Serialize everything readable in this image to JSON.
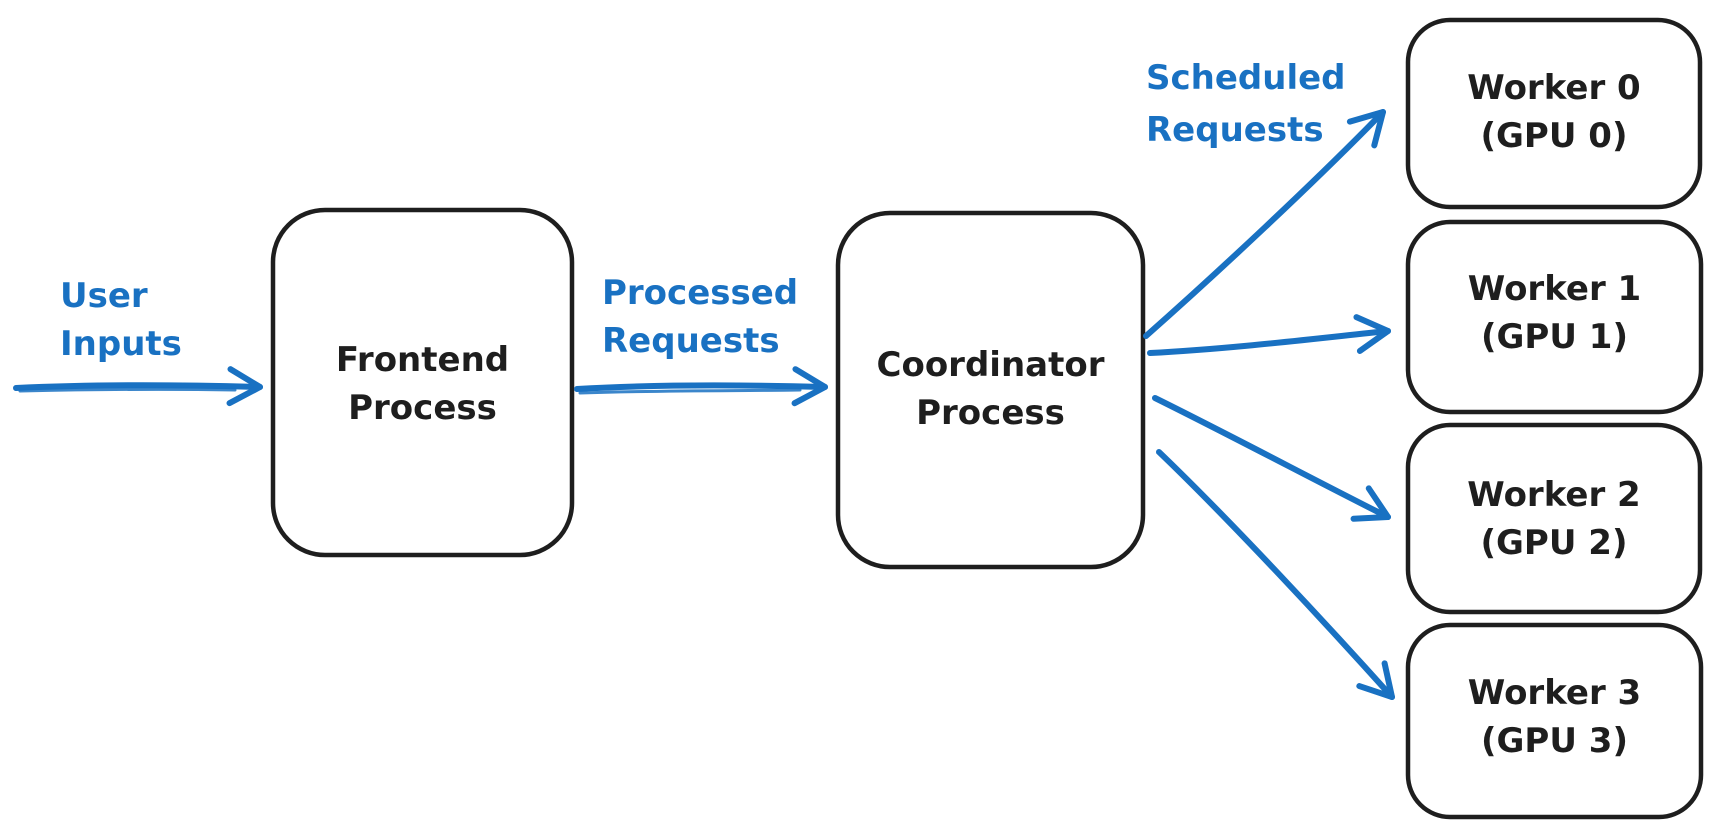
{
  "diagram": {
    "background": "#ffffff",
    "ink_color": "#1e1e1e",
    "accent_color": "#1971c2",
    "nodes": [
      {
        "id": "frontend-process",
        "line1": "Frontend",
        "line2": "Process"
      },
      {
        "id": "coordinator-process",
        "line1": "Coordinator",
        "line2": "Process"
      },
      {
        "id": "worker-0",
        "line1": "Worker 0",
        "line2": "(GPU 0)"
      },
      {
        "id": "worker-1",
        "line1": "Worker 1",
        "line2": "(GPU 1)"
      },
      {
        "id": "worker-2",
        "line1": "Worker 2",
        "line2": "(GPU 2)"
      },
      {
        "id": "worker-3",
        "line1": "Worker 3",
        "line2": "(GPU 3)"
      }
    ],
    "labels": [
      {
        "id": "user-inputs",
        "line1": "User",
        "line2": "Inputs"
      },
      {
        "id": "processed-requests",
        "line1": "Processed",
        "line2": "Requests"
      },
      {
        "id": "scheduled-requests",
        "line1": "Scheduled",
        "line2": "Requests"
      }
    ],
    "edges": [
      {
        "from": "user-inputs",
        "to": "frontend-process",
        "label": "User Inputs"
      },
      {
        "from": "frontend-process",
        "to": "coordinator-process",
        "label": "Processed Requests"
      },
      {
        "from": "coordinator-process",
        "to": "worker-0",
        "label": "Scheduled Requests"
      },
      {
        "from": "coordinator-process",
        "to": "worker-1",
        "label": "Scheduled Requests"
      },
      {
        "from": "coordinator-process",
        "to": "worker-2",
        "label": "Scheduled Requests"
      },
      {
        "from": "coordinator-process",
        "to": "worker-3",
        "label": "Scheduled Requests"
      }
    ]
  }
}
